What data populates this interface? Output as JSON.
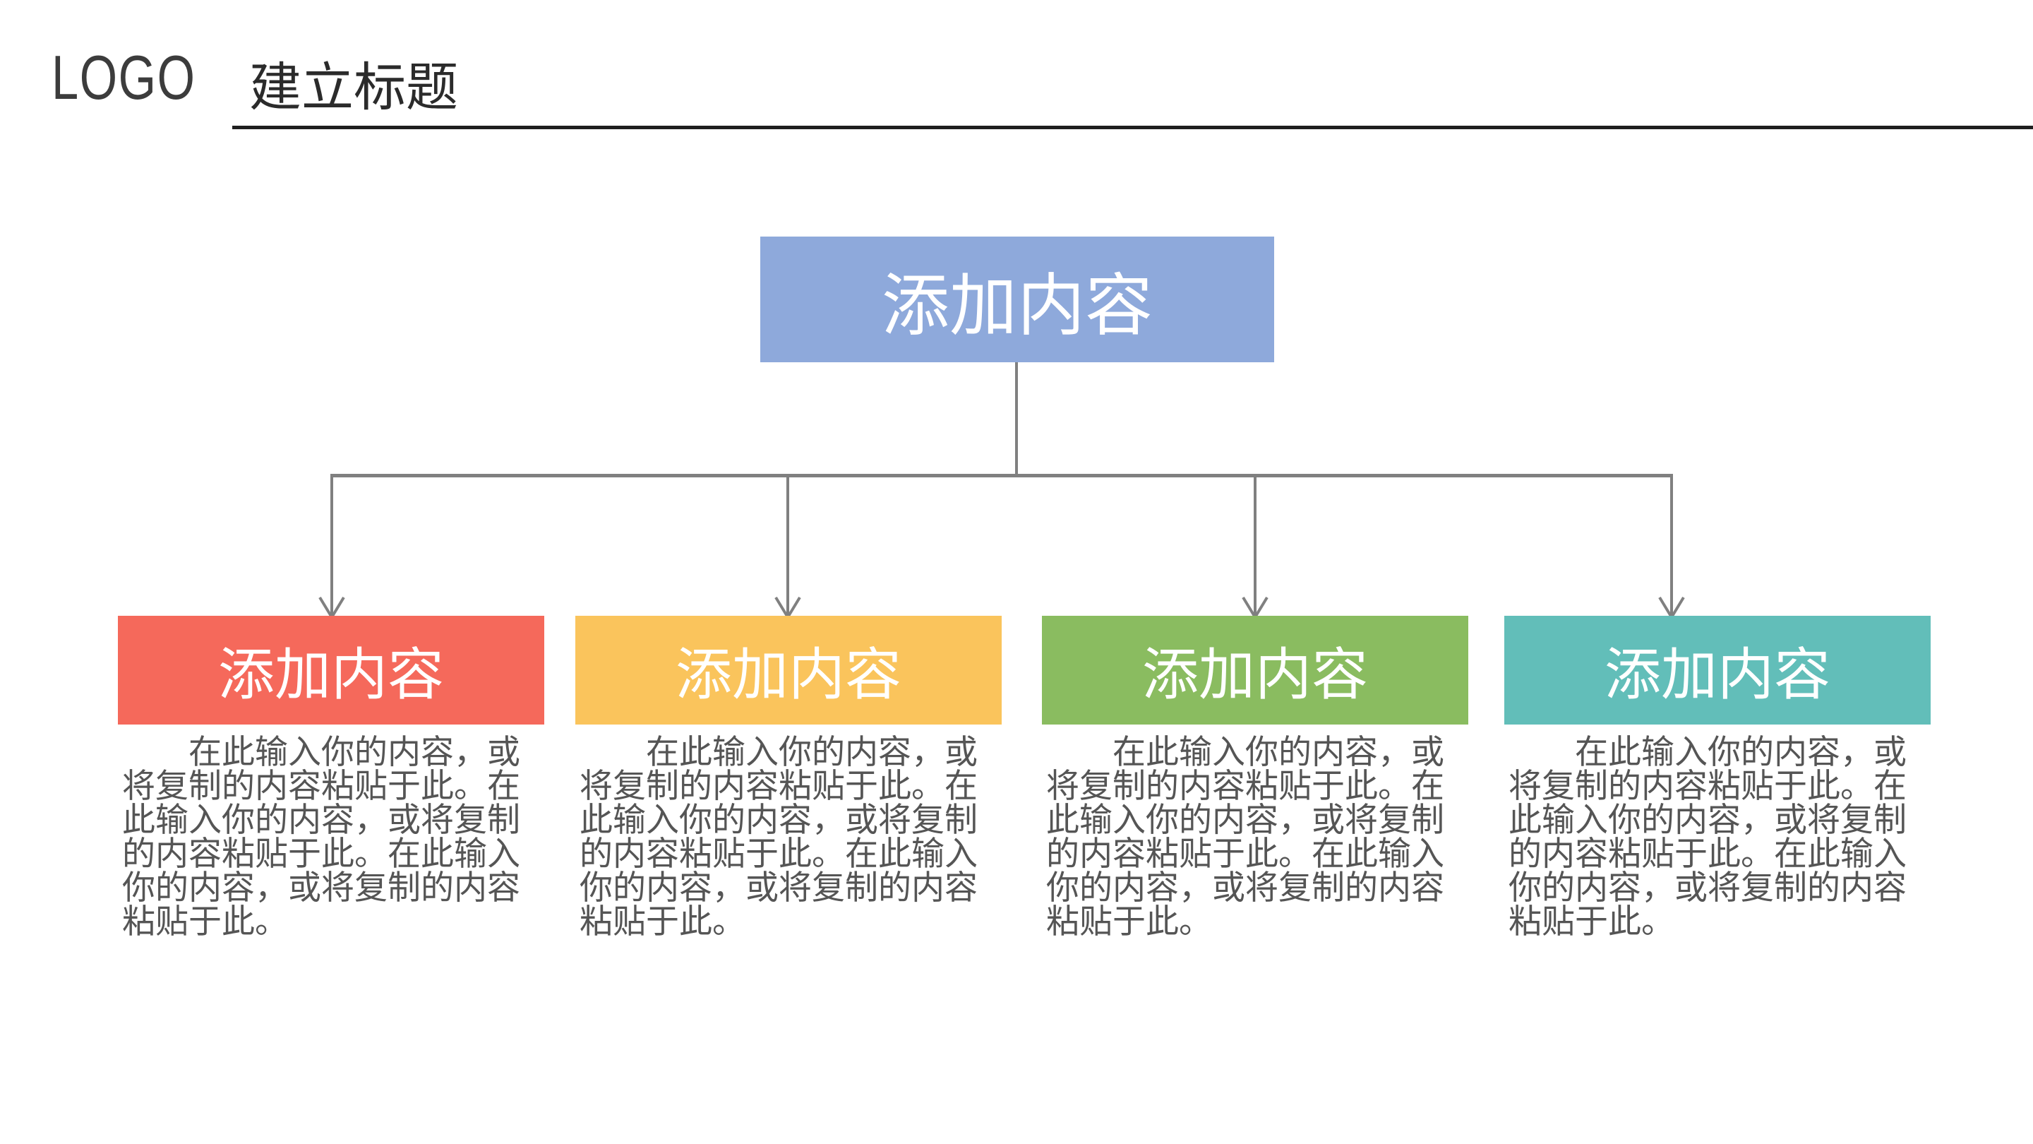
{
  "header": {
    "logo": "LOGO",
    "title": "建立标题",
    "logo_color": "#3C3C3C",
    "title_color": "#2B2B2B",
    "rule_color": "#1F1F1F"
  },
  "connectors": {
    "color": "#808080"
  },
  "root": {
    "label": "添加内容",
    "color": "#8EA9DB",
    "label_color": "#FFFFFF"
  },
  "branches": [
    {
      "label": "添加内容",
      "color": "#F5695B",
      "body": "在此输入你的内容，或\n将复制的内容粘贴于此。在\n此输入你的内容，或将复制\n的内容粘贴于此。在此输入\n你的内容，或将复制的内容\n粘贴于此。"
    },
    {
      "label": "添加内容",
      "color": "#FAC45C",
      "body": "在此输入你的内容，或\n将复制的内容粘贴于此。在\n此输入你的内容，或将复制\n的内容粘贴于此。在此输入\n你的内容，或将复制的内容\n粘贴于此。"
    },
    {
      "label": "添加内容",
      "color": "#8ABC60",
      "body": "在此输入你的内容，或\n将复制的内容粘贴于此。在\n此输入你的内容，或将复制\n的内容粘贴于此。在此输入\n你的内容，或将复制的内容\n粘贴于此。"
    },
    {
      "label": "添加内容",
      "color": "#62BEB9",
      "body": "在此输入你的内容，或\n将复制的内容粘贴于此。在\n此输入你的内容，或将复制\n的内容粘贴于此。在此输入\n你的内容，或将复制的内容\n粘贴于此。"
    }
  ],
  "typography": {
    "body_color": "#555555"
  }
}
